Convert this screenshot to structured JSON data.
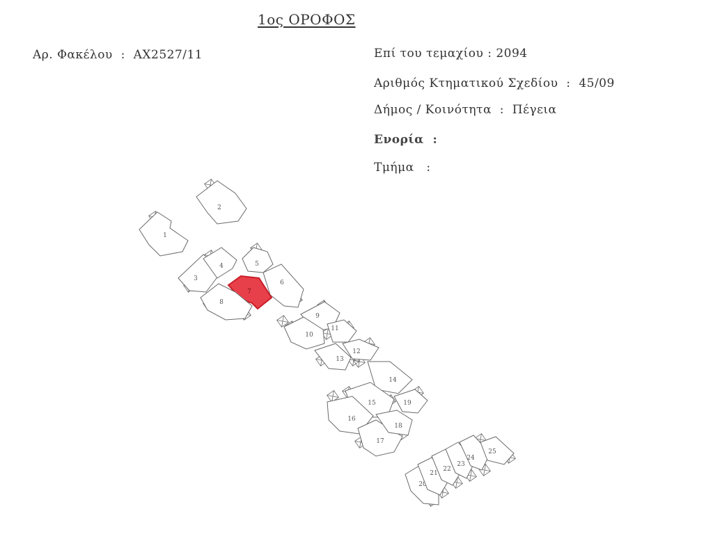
{
  "title": "1ος ΟΡΟΦΟΣ",
  "file": {
    "label": "Αρ. Φακέλου",
    "value": "ΑΧ2527/11"
  },
  "plot": {
    "label": "Επί του τεμαχίου",
    "value": "2094"
  },
  "sheet": {
    "label": "Αριθμός Κτηματικού Σχεδίου",
    "value": "45/09"
  },
  "municipality": {
    "label": "Δήμος / Κοινότητα",
    "value": "Πέγεια"
  },
  "parish": {
    "label": "Ενορία",
    "value": ""
  },
  "section": {
    "label": "Τμήμα",
    "value": ""
  },
  "highlight_color": "#e8404a",
  "units": [
    {
      "label": "1"
    },
    {
      "label": "2"
    },
    {
      "label": "3"
    },
    {
      "label": "4"
    },
    {
      "label": "5"
    },
    {
      "label": "6"
    },
    {
      "label": "7",
      "selected": true
    },
    {
      "label": "8"
    },
    {
      "label": "9"
    },
    {
      "label": "10"
    },
    {
      "label": "11"
    },
    {
      "label": "12"
    },
    {
      "label": "13"
    },
    {
      "label": "14"
    },
    {
      "label": "15"
    },
    {
      "label": "16"
    },
    {
      "label": "17"
    },
    {
      "label": "18"
    },
    {
      "label": "19"
    },
    {
      "label": "20"
    },
    {
      "label": "21"
    },
    {
      "label": "22"
    },
    {
      "label": "23"
    },
    {
      "label": "24"
    },
    {
      "label": "25"
    }
  ]
}
